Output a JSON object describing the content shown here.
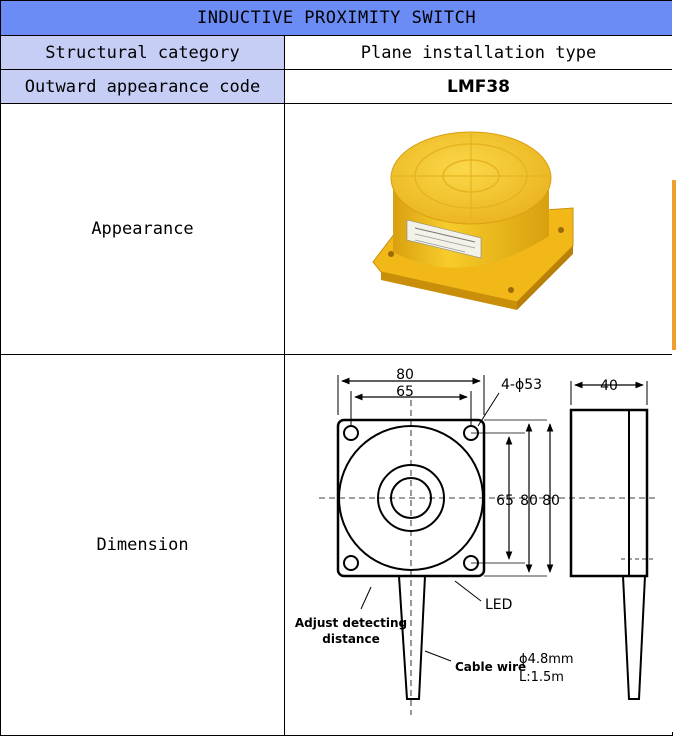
{
  "title": "INDUCTIVE PROXIMITY SWITCH",
  "rows": {
    "structural": {
      "label": "Structural category",
      "value": "Plane installation type"
    },
    "code": {
      "label": "Outward appearance code",
      "value": "LMF38"
    },
    "appearance": {
      "label": "Appearance"
    },
    "dimension": {
      "label": "Dimension"
    }
  },
  "drawing": {
    "dim_80_top": "80",
    "dim_65_top": "65",
    "dim_holes": "4-ϕ53",
    "dim_40": "40",
    "dim_65_side": "65",
    "dim_80_side_a": "80",
    "dim_80_side_b": "80",
    "led": "LED",
    "adjust_line1": "Adjust detecting",
    "adjust_line2": "distance",
    "cable_wire": "Cable wire",
    "cable_diameter": "ϕ4.8mm",
    "cable_length": "L:1.5m"
  },
  "colors": {
    "title_bg": "#6b8bf5",
    "label_bg": "#c7cef6",
    "product_yellow": "#f5c21a"
  }
}
